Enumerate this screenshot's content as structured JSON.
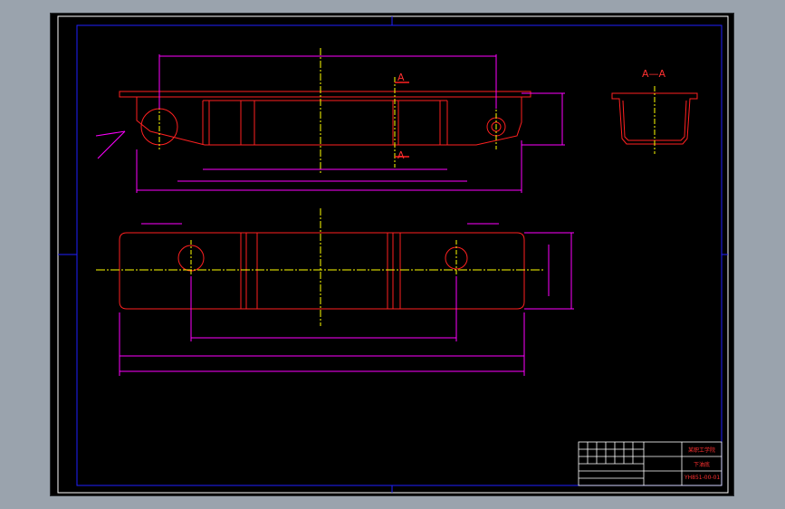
{
  "drawing": {
    "section_label": "A—A",
    "cut_mark_top": "A",
    "cut_mark_bottom": "A",
    "title_block": {
      "school": "某职工学院",
      "part_name": "下油底",
      "drawing_no": "YH851-00-01"
    }
  },
  "colors": {
    "background": "#000000",
    "frame": "#0000ff",
    "outline": "#ff2020",
    "dimension": "#ff00ff",
    "centerline": "#ffff00",
    "title_block": "#ffffff"
  }
}
